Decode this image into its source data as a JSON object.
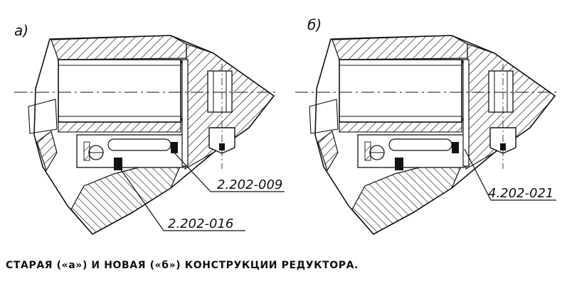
{
  "panels": [
    {
      "letter": "а)",
      "callouts": [
        "2.202-009",
        "2.202-016"
      ]
    },
    {
      "letter": "б)",
      "callouts": [
        "4.202-021"
      ]
    }
  ],
  "caption": "СТАРАЯ («а») И НОВАЯ («б») КОНСТРУКЦИИ РЕДУКТОРА."
}
